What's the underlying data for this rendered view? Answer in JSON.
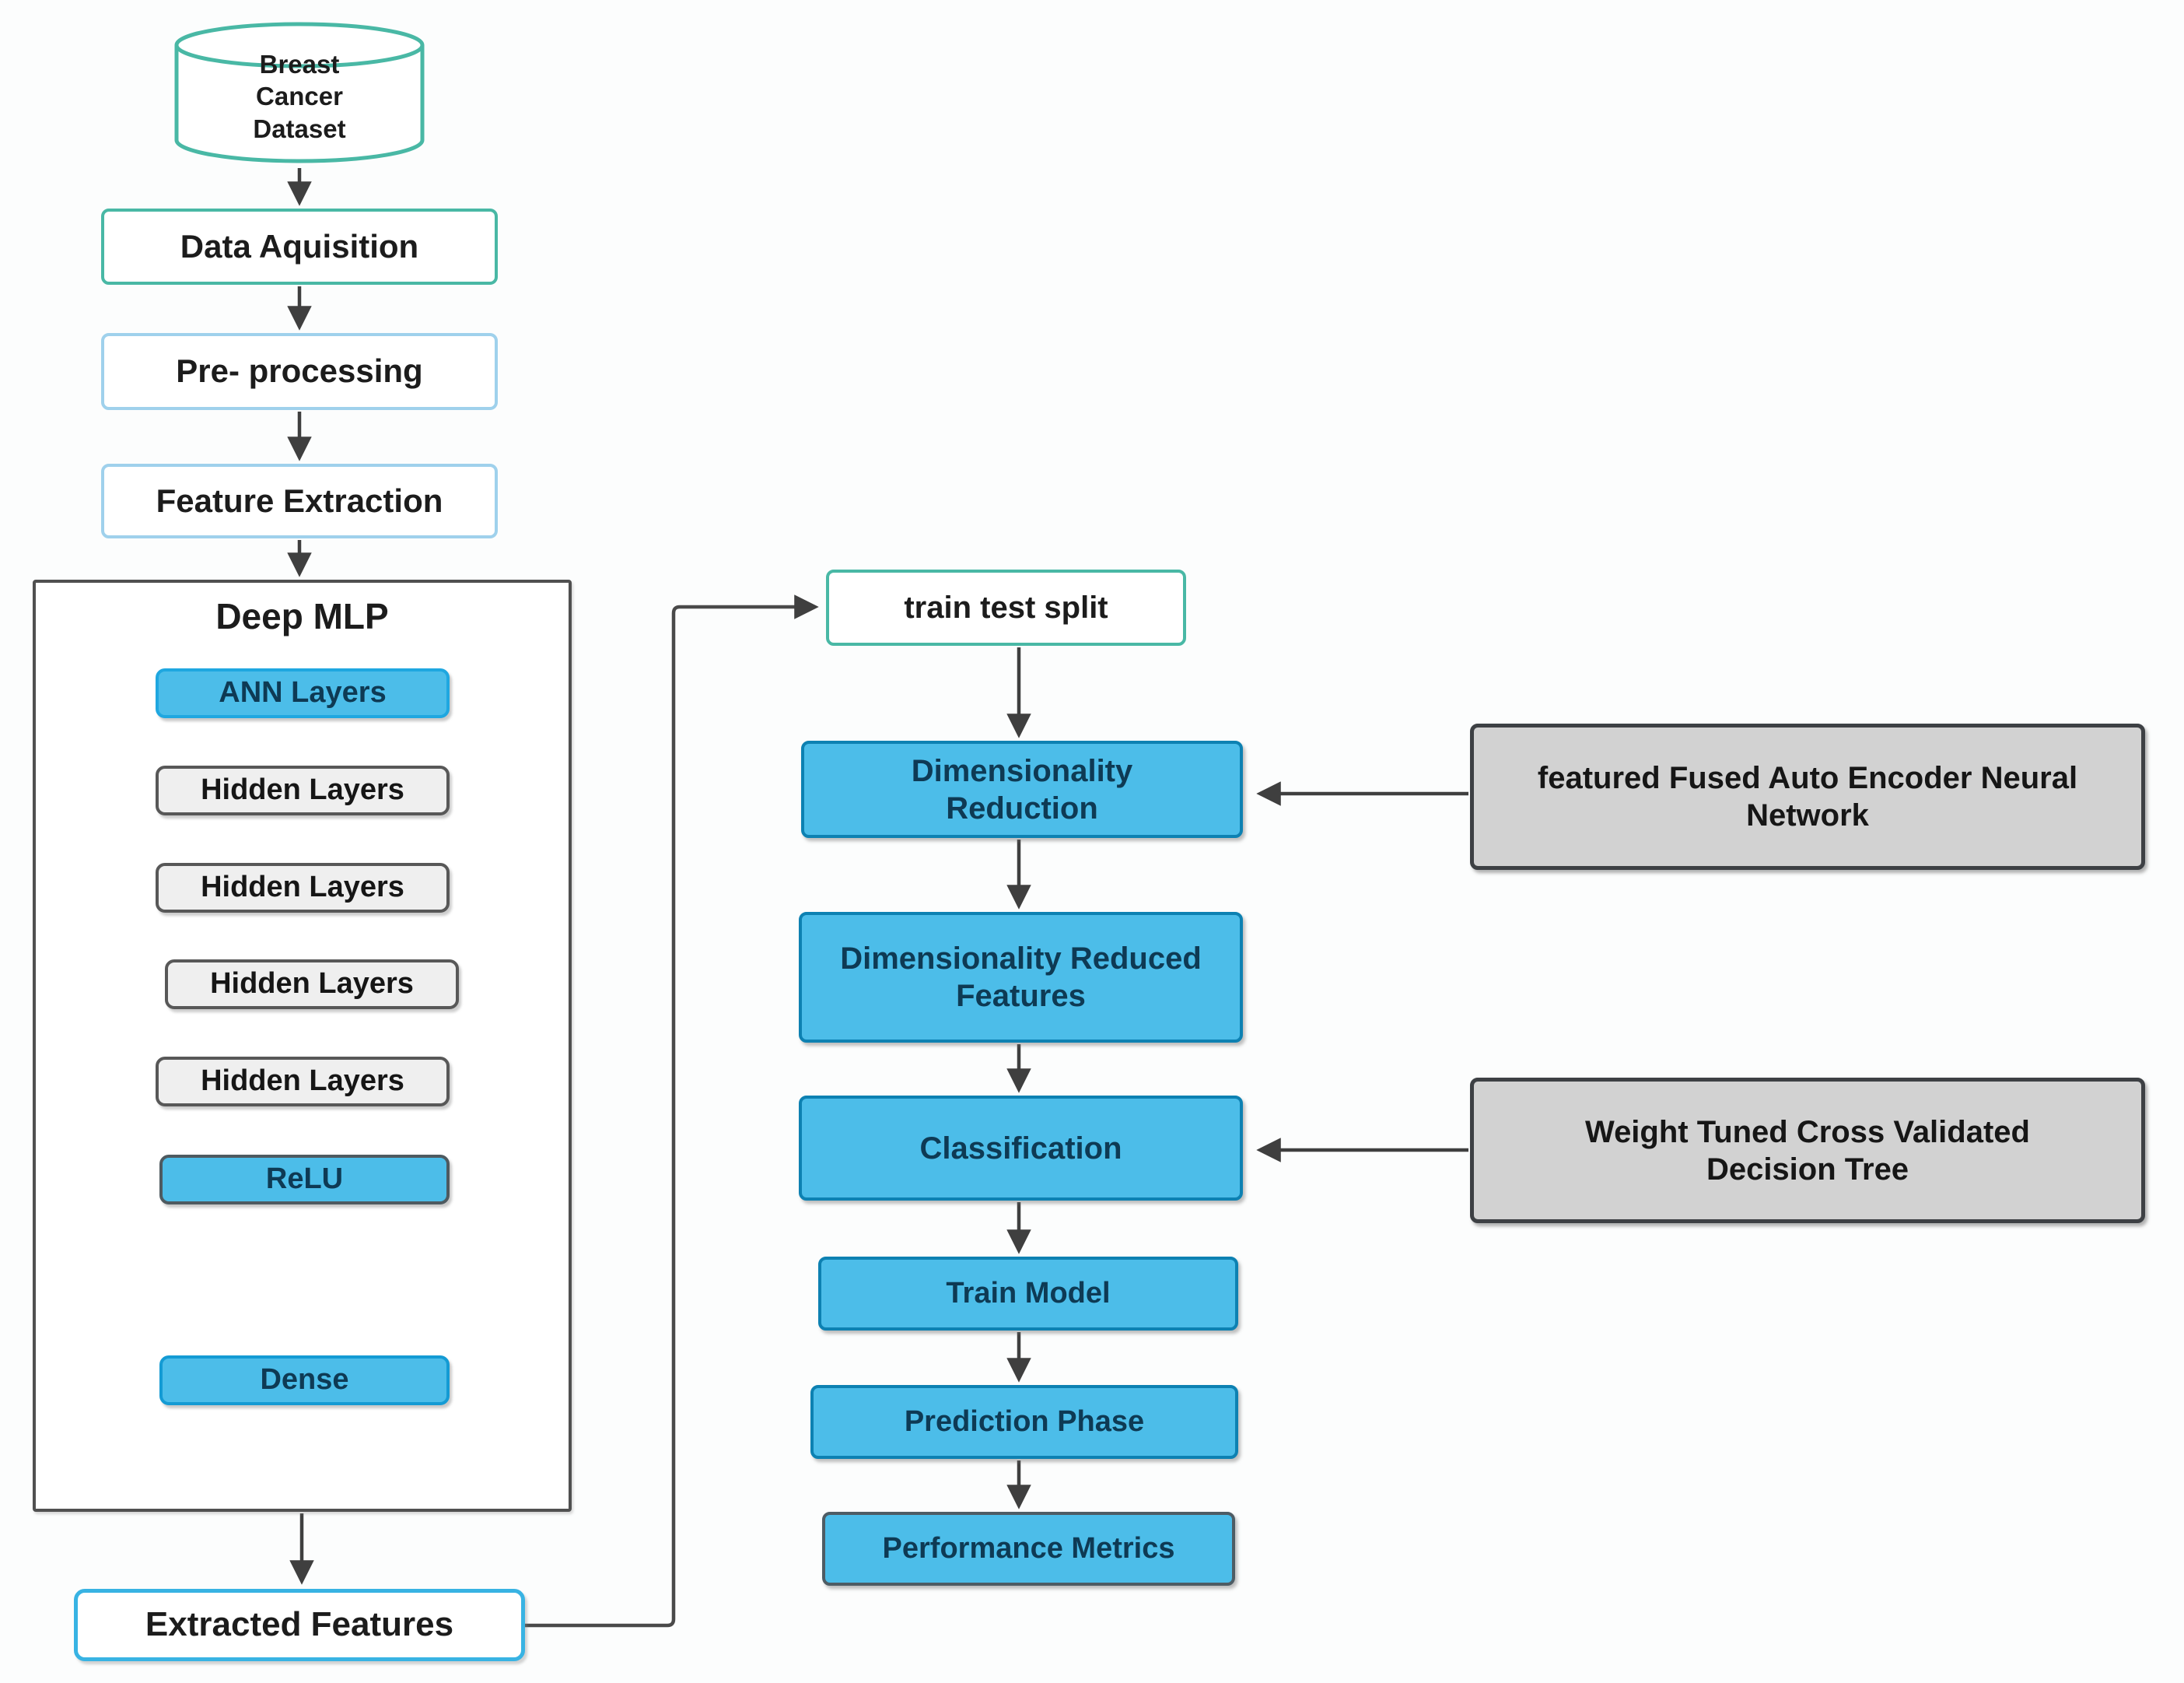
{
  "colors": {
    "teal": "#49b8a5",
    "light-blue": "#9fd1ec",
    "cyan": "#38b3e3",
    "blue-fill": "#4cbde9",
    "blue-border": "#0d81b2",
    "ann-border": "#1fa7e0",
    "dense-border": "#149bd4",
    "relu-border": "#4e5a60",
    "metrics-border": "#4e5c64",
    "hidden-fill": "#efefef",
    "hidden-border": "#585858",
    "gray-fill": "#d2d2d2",
    "gray-border": "#3d4044",
    "arrow": "#3f3f3f",
    "arrow-mid": "#6d6d6d",
    "arrow-light": "#a3a3a3",
    "dotted": "#b8b8b8",
    "navy-text": "#0e3a54",
    "black-text": "#1c1c1c",
    "container-border": "#505050"
  },
  "flowchart": {
    "dataset": {
      "label": "Breast Cancer Dataset",
      "shape": "database-cylinder"
    },
    "data_aquisition": {
      "label": "Data Aquisition"
    },
    "pre_processing": {
      "label": "Pre- processing"
    },
    "feature_extraction": {
      "label": "Feature Extraction"
    },
    "deep_mlp": {
      "title": "Deep MLP",
      "layers": [
        {
          "label": "ANN Layers",
          "style": "blue"
        },
        {
          "label": "Hidden Layers",
          "style": "gray"
        },
        {
          "label": "Hidden Layers",
          "style": "gray"
        },
        {
          "label": "Hidden Layers",
          "style": "gray"
        },
        {
          "label": "Hidden Layers",
          "style": "gray"
        },
        {
          "label": "ReLU",
          "style": "blue"
        },
        {
          "label": "Dense",
          "style": "blue"
        }
      ]
    },
    "extracted_features": {
      "label": "Extracted Features"
    },
    "train_test_split": {
      "label": "train test split"
    },
    "dimensionality_reduction": {
      "label": "Dimensionality Reduction"
    },
    "dimensionality_reduced_features": {
      "label": "Dimensionality Reduced Features"
    },
    "classification": {
      "label": "Classification"
    },
    "train_model": {
      "label": "Train Model"
    },
    "prediction_phase": {
      "label": "Prediction Phase"
    },
    "performance_metrics": {
      "label": "Performance Metrics"
    },
    "fused_auto_encoder": {
      "label": "featured Fused Auto Encoder Neural Network"
    },
    "decision_tree": {
      "label": "Weight Tuned Cross Validated Decision Tree"
    }
  }
}
